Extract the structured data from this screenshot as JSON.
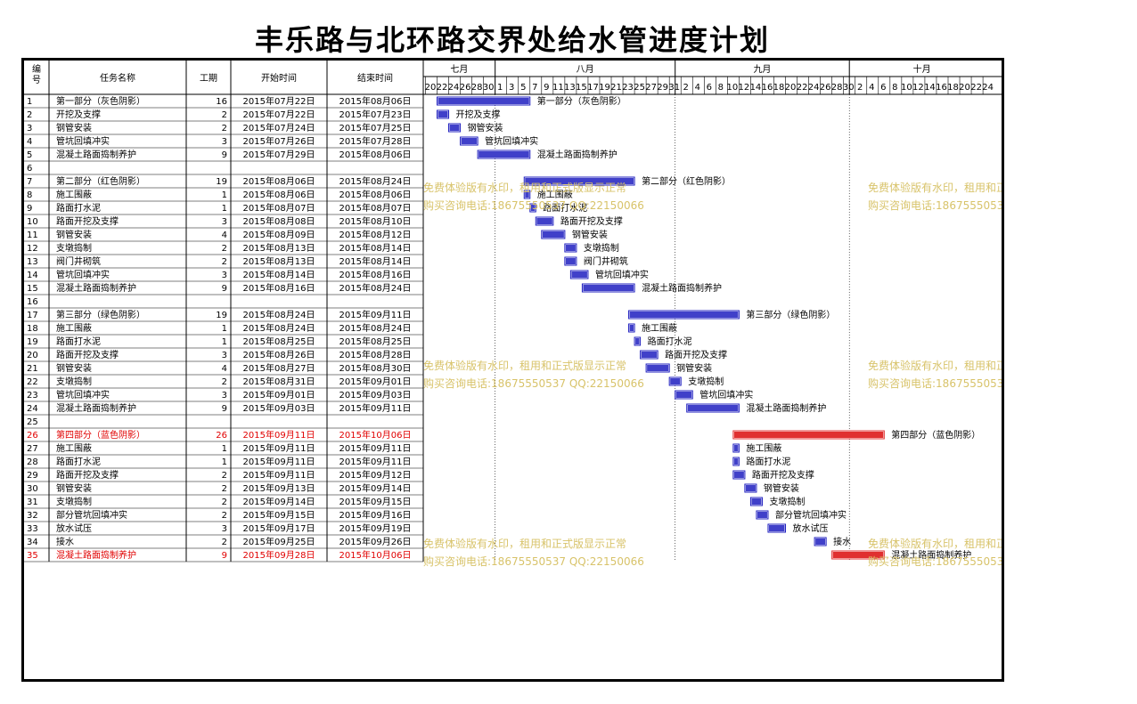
{
  "title": "丰乐路与北环路交界处给水管进度计划",
  "watermark": {
    "line1": "免费体验版有水印，租用和正式版显示正常",
    "line2": "购买咨询电话:18675550537 QQ:22150066",
    "color": "#d8c36a"
  },
  "colors": {
    "bar_normal": "#1f1fbf",
    "bar_critical": "#e03030",
    "text_critical": "#e00000"
  },
  "chart_data": {
    "type": "gantt",
    "columns": [
      "编号",
      "任务名称",
      "工期",
      "开始时间",
      "结束时间"
    ],
    "months": [
      {
        "label": "七月",
        "days": [
          "20",
          "22",
          "24",
          "26",
          "28",
          "30"
        ]
      },
      {
        "label": "八月",
        "days": [
          "1",
          "3",
          "5",
          "7",
          "9",
          "11",
          "13",
          "15",
          "17",
          "19",
          "21",
          "23",
          "25",
          "27",
          "29",
          "31"
        ]
      },
      {
        "label": "九月",
        "days": [
          "2",
          "4",
          "6",
          "8",
          "10",
          "12",
          "14",
          "16",
          "18",
          "20",
          "22",
          "24",
          "26",
          "28",
          "30"
        ]
      },
      {
        "label": "十月",
        "days": [
          "2",
          "4",
          "6",
          "8",
          "10",
          "12",
          "14",
          "16",
          "18",
          "20",
          "22",
          "24"
        ]
      }
    ],
    "tasks": [
      {
        "id": "1",
        "name": "第一部分（灰色阴影）",
        "duration": "16",
        "start": "2015年07月22日",
        "end": "2015年08月06日",
        "critical": false,
        "summary": true
      },
      {
        "id": "2",
        "name": "开挖及支撑",
        "duration": "2",
        "start": "2015年07月22日",
        "end": "2015年07月23日",
        "critical": false
      },
      {
        "id": "3",
        "name": "钢管安装",
        "duration": "2",
        "start": "2015年07月24日",
        "end": "2015年07月25日",
        "critical": false
      },
      {
        "id": "4",
        "name": "管坑回填冲实",
        "duration": "3",
        "start": "2015年07月26日",
        "end": "2015年07月28日",
        "critical": false
      },
      {
        "id": "5",
        "name": "混凝土路面捣制养护",
        "duration": "9",
        "start": "2015年07月29日",
        "end": "2015年08月06日",
        "critical": false
      },
      {
        "id": "6",
        "name": "",
        "duration": "",
        "start": "",
        "end": "",
        "critical": false
      },
      {
        "id": "7",
        "name": "第二部分（红色阴影）",
        "duration": "19",
        "start": "2015年08月06日",
        "end": "2015年08月24日",
        "critical": false,
        "summary": true
      },
      {
        "id": "8",
        "name": "施工围蔽",
        "duration": "1",
        "start": "2015年08月06日",
        "end": "2015年08月06日",
        "critical": false
      },
      {
        "id": "9",
        "name": "路面打水泥",
        "duration": "1",
        "start": "2015年08月07日",
        "end": "2015年08月07日",
        "critical": false
      },
      {
        "id": "10",
        "name": "路面开挖及支撑",
        "duration": "3",
        "start": "2015年08月08日",
        "end": "2015年08月10日",
        "critical": false
      },
      {
        "id": "11",
        "name": "钢管安装",
        "duration": "4",
        "start": "2015年08月09日",
        "end": "2015年08月12日",
        "critical": false
      },
      {
        "id": "12",
        "name": "支墩捣制",
        "duration": "2",
        "start": "2015年08月13日",
        "end": "2015年08月14日",
        "critical": false
      },
      {
        "id": "13",
        "name": "阀门井砌筑",
        "duration": "2",
        "start": "2015年08月13日",
        "end": "2015年08月14日",
        "critical": false
      },
      {
        "id": "14",
        "name": "管坑回填冲实",
        "duration": "3",
        "start": "2015年08月14日",
        "end": "2015年08月16日",
        "critical": false
      },
      {
        "id": "15",
        "name": "混凝土路面捣制养护",
        "duration": "9",
        "start": "2015年08月16日",
        "end": "2015年08月24日",
        "critical": false
      },
      {
        "id": "16",
        "name": "",
        "duration": "",
        "start": "",
        "end": "",
        "critical": false
      },
      {
        "id": "17",
        "name": "第三部分（绿色阴影）",
        "duration": "19",
        "start": "2015年08月24日",
        "end": "2015年09月11日",
        "critical": false,
        "summary": true
      },
      {
        "id": "18",
        "name": "施工围蔽",
        "duration": "1",
        "start": "2015年08月24日",
        "end": "2015年08月24日",
        "critical": false
      },
      {
        "id": "19",
        "name": "路面打水泥",
        "duration": "1",
        "start": "2015年08月25日",
        "end": "2015年08月25日",
        "critical": false
      },
      {
        "id": "20",
        "name": "路面开挖及支撑",
        "duration": "3",
        "start": "2015年08月26日",
        "end": "2015年08月28日",
        "critical": false
      },
      {
        "id": "21",
        "name": "钢管安装",
        "duration": "4",
        "start": "2015年08月27日",
        "end": "2015年08月30日",
        "critical": false
      },
      {
        "id": "22",
        "name": "支墩捣制",
        "duration": "2",
        "start": "2015年08月31日",
        "end": "2015年09月01日",
        "critical": false
      },
      {
        "id": "23",
        "name": "管坑回填冲实",
        "duration": "3",
        "start": "2015年09月01日",
        "end": "2015年09月03日",
        "critical": false
      },
      {
        "id": "24",
        "name": "混凝土路面捣制养护",
        "duration": "9",
        "start": "2015年09月03日",
        "end": "2015年09月11日",
        "critical": false
      },
      {
        "id": "25",
        "name": "",
        "duration": "",
        "start": "",
        "end": "",
        "critical": false
      },
      {
        "id": "26",
        "name": "第四部分（蓝色阴影）",
        "duration": "26",
        "start": "2015年09月11日",
        "end": "2015年10月06日",
        "critical": true,
        "summary": true
      },
      {
        "id": "27",
        "name": "施工围蔽",
        "duration": "1",
        "start": "2015年09月11日",
        "end": "2015年09月11日",
        "critical": false
      },
      {
        "id": "28",
        "name": "路面打水泥",
        "duration": "1",
        "start": "2015年09月11日",
        "end": "2015年09月11日",
        "critical": false
      },
      {
        "id": "29",
        "name": "路面开挖及支撑",
        "duration": "2",
        "start": "2015年09月11日",
        "end": "2015年09月12日",
        "critical": false
      },
      {
        "id": "30",
        "name": "钢管安装",
        "duration": "2",
        "start": "2015年09月13日",
        "end": "2015年09月14日",
        "critical": false
      },
      {
        "id": "31",
        "name": "支墩捣制",
        "duration": "2",
        "start": "2015年09月14日",
        "end": "2015年09月15日",
        "critical": false
      },
      {
        "id": "32",
        "name": "部分管坑回填冲实",
        "duration": "2",
        "start": "2015年09月15日",
        "end": "2015年09月16日",
        "critical": false
      },
      {
        "id": "33",
        "name": "放水试压",
        "duration": "3",
        "start": "2015年09月17日",
        "end": "2015年09月19日",
        "critical": false
      },
      {
        "id": "34",
        "name": "接水",
        "duration": "2",
        "start": "2015年09月25日",
        "end": "2015年09月26日",
        "critical": false
      },
      {
        "id": "35",
        "name": "混凝土路面捣制养护",
        "duration": "9",
        "start": "2015年09月28日",
        "end": "2015年10月06日",
        "critical": true
      }
    ]
  }
}
